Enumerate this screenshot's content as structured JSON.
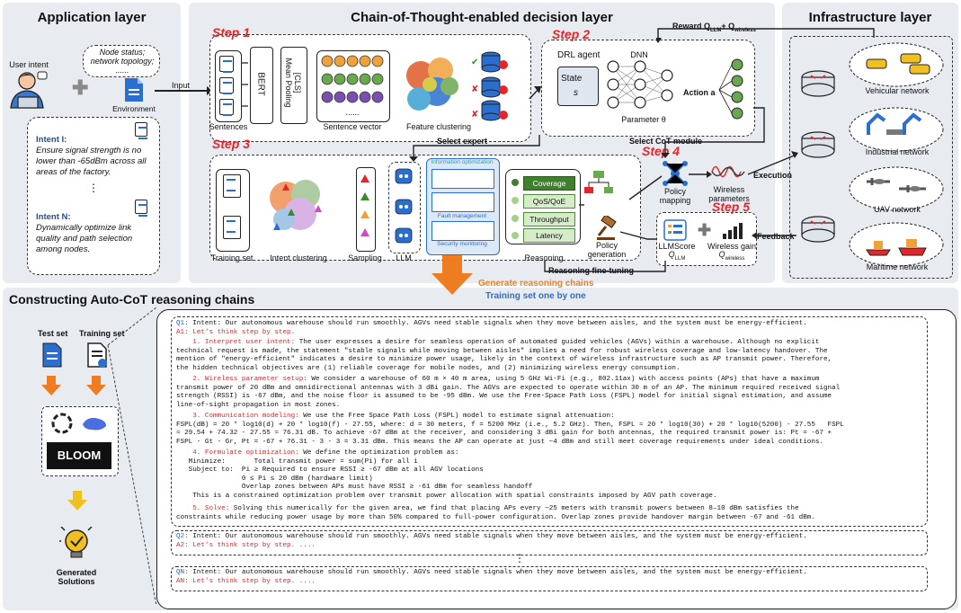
{
  "app_layer": {
    "title": "Application layer",
    "user_intent": "User intent",
    "node_status": "Node status;",
    "network_topology": "network topology;",
    "node_ellipsis": "......",
    "environment": "Environment",
    "intent1_title": "Intent I:",
    "intent1_text": "Ensure signal strength is no lower than -65dBm across all areas of the factory.",
    "ellipsis": "⋮",
    "intentN_title": "Intent N:",
    "intentN_text": "Dynamically optimize link quality and path selection among nodes."
  },
  "cot_layer": {
    "title": "Chain-of-Thought-enabled decision layer",
    "input": "Input",
    "reward": "Reward Q",
    "reward_sub": "LLM",
    "reward_plus": "+ Q",
    "reward_sub2": "wireless",
    "step1": "Step 1",
    "step2": "Step 2",
    "step3": "Step 3",
    "step4": "Step 4",
    "step5": "Step 5",
    "sentences": "Sentences",
    "bert": "BERT",
    "mean_pooling": "[CLS]\nMean Pooling",
    "sentence_vector": "Sentence vector",
    "feature_clustering": "Feature clustering",
    "select_expert": "Select expert",
    "drl_agent": "DRL agent",
    "state": "State",
    "state_s": "s",
    "dnn": "DNN",
    "parameter": "Parameter θ",
    "action": "Action a",
    "select_cot": "Select CoT module",
    "training_set": "Training set",
    "intent_clustering": "Intent clustering",
    "sampling": "Sampling",
    "llm": "LLM",
    "info_opt": "Information optimization",
    "fault_mgmt": "Fault management",
    "security_mon": "Security monitoring",
    "coverage": "Coverage",
    "qos": "QoS/QoE",
    "throughput": "Throughput",
    "latency": "Latency",
    "reasoning": "Reasoning",
    "policy_generation": "Policy\ngeneration",
    "policy_mapping": "Policy\nmapping",
    "wireless_params": "Wireless\nparameters",
    "llmscore": "LLMScore",
    "qllm": "Q",
    "qllm_sub": "LLM",
    "wireless_gain": "Wireless gain",
    "qw": "Q",
    "qw_sub": "wireless",
    "reasoning_ft": "Reasoning fine-tuning",
    "execution": "Execution",
    "feedback": "Feedback"
  },
  "infra_layer": {
    "title": "Infrastructure layer",
    "vehicular": "Vehicular network",
    "industrial": "Industrial network",
    "uav": "UAV network",
    "maritime": "Maritime network"
  },
  "bottom": {
    "generate": "Generate reasoning chains",
    "training_one": "Training set one by one",
    "title": "Constructing Auto-CoT reasoning chains",
    "test_set": "Test set",
    "training_set": "Training set",
    "generated": "Generated\nSolutions"
  },
  "chain": {
    "q1_tag": "Q1:",
    "q1_text": " Intent: Our autonomous warehouse should run smoothly. AGVs need stable signals when they move between aisles, and the system must be energy-efficient.",
    "a1": "A1: Let's think step by step.",
    "s1_title": "1. Interpret user intent:",
    "s1_l1": " The user expresses a desire for seamless operation of automated guided vehicles (AGVs) within a warehouse. Although no explicit",
    "s1_l2": "technical request is made, the statement \"stable signals while moving between aisles\" implies a need for robust wireless coverage and low-latency handover. The",
    "s1_l3": "mention of \"energy-efficient\" indicates a desire to minimize power usage, likely in the context of wireless infrastructure such as AP transmit power. Therefore,",
    "s1_l4": "the hidden technical objectives are (1) reliable coverage for mobile nodes, and (2) minimizing wireless energy consumption.",
    "s2_title": "2. Wireless parameter setup:",
    "s2_l1": " We consider a warehouse of 60 m × 40 m area, using 5 GHz Wi-Fi (e.g., 802.11ax) with access points (APs) that have a maximum",
    "s2_l2": "transmit power of 20 dBm and omnidirectional antennas with 3 dBi gain. The AGVs are expected to operate within 30 m of an AP. The minimum required received signal",
    "s2_l3": "strength (RSSI) is -67 dBm, and the noise floor is assumed to be -95 dBm. We use the Free-Space Path Loss (FSPL) model for initial signal estimation, and assume",
    "s2_l4": "line-of-sight propagation in most zones.",
    "s3_title": "3. Communication modeling:",
    "s3_l1": " We use the Free Space Path Loss (FSPL) model to estimate signal attenuation:",
    "s3_l2": "FSPL(dB) = 20 * log10(d) + 20 * log10(f) - 27.55, where: d = 30 meters, f = 5200 MHz (i.e., 5.2 GHz). Then, FSPL ≈ 20 * log10(30) + 20 * log10(5200) - 27.55   FSPL",
    "s3_l3": "≈ 29.54 + 74.32 - 27.55 ≈ 76.31 dB. To achieve -67 dBm at the receiver, and considering 3 dBi gain for both antennas, the required transmit power is: Pt = -67 +",
    "s3_l4": "FSPL - Gt - Gr, Pt = -67 + 76.31 - 3 - 3 = 3.31 dBm. This means the AP can operate at just ~4 dBm and still meet coverage requirements under ideal conditions.",
    "s4_title": "4. Formulate optimization:",
    "s4_l1": " We define the optimization problem as:",
    "s4_l2": "   Minimize:       Total transmit power = sum(Pi) for all i",
    "s4_l3": "   Subject to:  Pi ≥ Required to ensure RSSI ≥ -67 dBm at all AGV locations",
    "s4_l4": "                0 ≤ Pi ≤ 20 dBm (hardware limit)",
    "s4_l5": "                Overlap zones between APs must have RSSI ≥ -61 dBm for seamless handoff",
    "s4_l6": "This is a constrained optimization problem over transmit power allocation with spatial constraints imposed by AGV path coverage.",
    "s5_title": "5. Solve:",
    "s5_l1": " Solving this numerically for the given area, we find that placing APs every ~25 meters with transmit powers between 8–10 dBm satisfies the",
    "s5_l2": "constraints while reducing power usage by more than 50% compared to full-power configuration. Overlap zones provide handover margin between -67 and -61 dBm.",
    "q2_tag": "Q2:",
    "q2_text": " Intent: Our autonomous warehouse should run smoothly. AGVs need stable signals when they move between aisles, and the system must be energy-efficient.",
    "a2": "A2: Let's think step by step. ....",
    "dots": "⋮",
    "qn_tag": "QN:",
    "qn_text": " Intent: Our autonomous warehouse should run smoothly. AGVs need stable signals when they move between aisles, and the system must be energy-efficient.",
    "an": "AN: Let's think step by step. ...."
  },
  "colors": {
    "panel": "#e8ebf0",
    "step_red": "#e3262b",
    "orange": "#ee7d22",
    "blue_text": "#2a6fd0",
    "green": "#3f7f2d"
  }
}
